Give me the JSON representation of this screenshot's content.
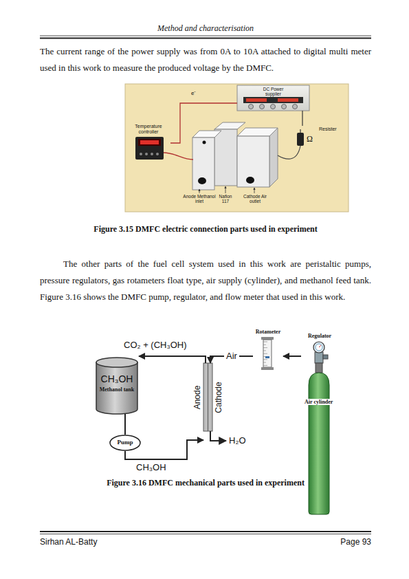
{
  "diagram": {
    "nodes": [
      {
        "text": [
          "DC Power supplier"
        ]
      },
      {
        "text": [
          "Temperature controller"
        ]
      },
      {
        "text": [
          "Resister"
        ]
      },
      {
        "text": [
          "CH₃OH",
          "Methanol tank"
        ]
      },
      {
        "text": [
          "Pump"
        ]
      },
      {
        "text": [
          "Anode",
          "Cathode"
        ]
      },
      {
        "text": [
          "Rotameter"
        ]
      },
      {
        "text": [
          "Regulator"
        ]
      },
      {
        "text": [
          "Air cylinder"
        ]
      }
    ],
    "edges": [
      {
        "from": 0,
        "to": 1,
        "arrow": "none"
      },
      {
        "from": 0,
        "to": 2,
        "arrow": "none"
      },
      {
        "from": 3,
        "to": 4,
        "arrow": "none"
      },
      {
        "from": 4,
        "to": 5,
        "label": "CH₃OH",
        "arrow": "to"
      },
      {
        "from": 5,
        "to": 3,
        "label": "CO₂ + (CH₃OH)",
        "arrow": "to"
      },
      {
        "from": 6,
        "to": 5,
        "label": "Air",
        "arrow": "to"
      },
      {
        "from": 7,
        "to": 6,
        "arrow": "to"
      }
    ],
    "labels": [
      "Method and characterisation",
      "The current range of the power supply was from 0A to 10A attached to digital multi meter used in this work to measure the produced voltage by the DMFC.",
      "e⁻",
      "Ω",
      "Anode Methanol inlet",
      "Nafion 117",
      "Cathode Air outlet",
      "Figure 3.15 DMFC electric connection parts used in experiment",
      "The other parts of the fuel cell system used in this work are peristaltic pumps, pressure regulators, gas rotameters float type, air supply (cylinder), and methanol feed tank.  Figure 3.16 shows the DMFC pump, regulator, and flow meter that used in this work.",
      "H₂O",
      "Figure 3.16 DMFC mechanical parts used in experiment",
      "Sirhan AL-Batty",
      "Page 93"
    ]
  }
}
